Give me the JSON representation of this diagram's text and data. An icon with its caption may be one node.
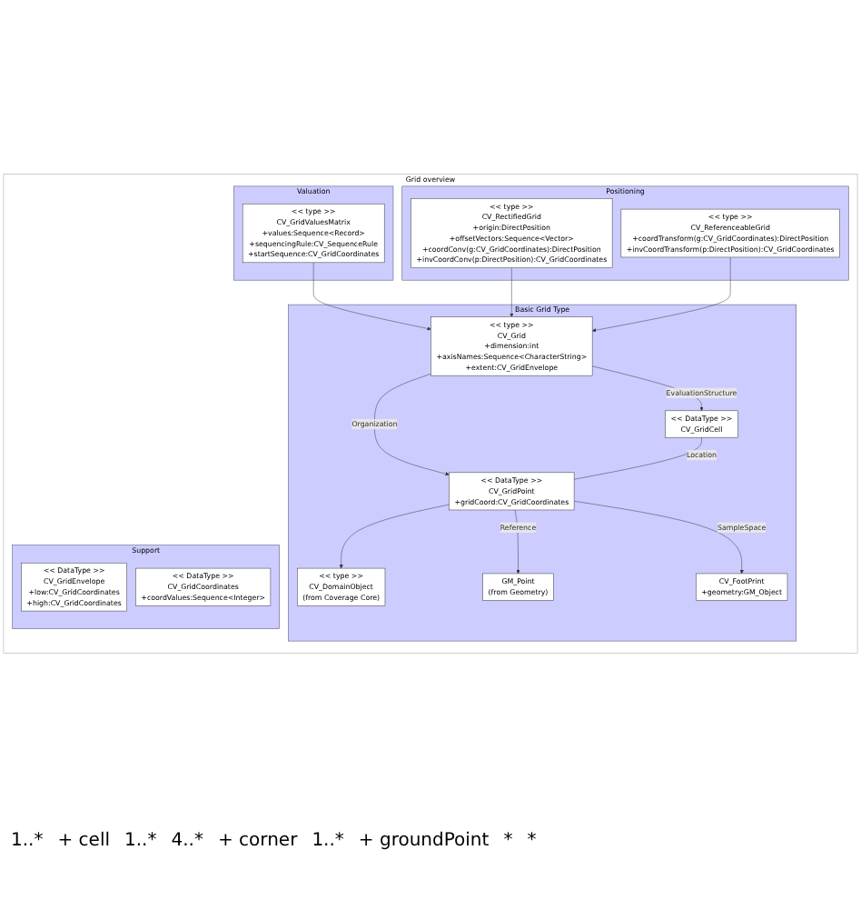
{
  "diagram": {
    "nodes": [
      {
        "text": [
          "Grid overview"
        ]
      },
      {
        "text": [
          "Basic Grid Type"
        ],
        "in": 0
      },
      {
        "text": [
          "<< type >>",
          "CV_Grid",
          "+dimension:int",
          "+axisNames:Sequence<CharacterString>",
          "+extent:CV_GridEnvelope"
        ],
        "in": 1
      },
      {
        "text": [
          "<< type >>",
          "CV_DomainObject",
          "(from Coverage Core)"
        ],
        "in": 1
      },
      {
        "text": [
          "<< DataType >>",
          "CV_GridCell"
        ],
        "in": 1
      },
      {
        "text": [
          "<< DataType >>",
          "CV_GridPoint",
          "+gridCoord:CV_GridCoordinates"
        ],
        "in": 1
      },
      {
        "text": [
          "GM_Point",
          "(from Geometry)"
        ],
        "in": 1
      },
      {
        "text": [
          "CV_FootPrint",
          "+geometry:GM_Object"
        ],
        "in": 1
      },
      {
        "text": [
          "Valuation"
        ],
        "in": 0
      },
      {
        "text": [
          "<< type >>",
          "CV_GridValuesMatrix",
          "+values:Sequence<Record>",
          "+sequencingRule:CV_SequenceRule",
          "+startSequence:CV_GridCoordinates"
        ],
        "in": 8
      },
      {
        "text": [
          "Positioning"
        ],
        "in": 0
      },
      {
        "text": [
          "<< type >>",
          "CV_RectifiedGrid",
          "+origin:DirectPosition",
          "+offsetVectors:Sequence<Vector>",
          "+coordConv(g:CV_GridCoordinates):DirectPosition",
          "+invCoordConv(p:DirectPosition):CV_GridCoordinates"
        ],
        "in": 10
      },
      {
        "text": [
          "<< type >>",
          "CV_ReferenceableGrid",
          "+coordTransform(g:CV_GridCoordinates):DirectPosition",
          "+invCoordTransform(p:DirectPosition):CV_GridCoordinates"
        ],
        "in": 10
      },
      {
        "text": [
          "Support"
        ],
        "in": 0
      },
      {
        "text": [
          "<< DataType >>",
          "CV_GridEnvelope",
          "+low:CV_GridCoordinates",
          "+high:CV_GridCoordinates"
        ],
        "in": 13
      },
      {
        "text": [
          "<< DataType >>",
          "CV_GridCoordinates",
          "+coordValues:Sequence<Integer>"
        ],
        "in": 13
      }
    ],
    "edges": [
      {
        "from": 2,
        "to": 4,
        "arrow": "to",
        "label": "EvaluationStructure"
      },
      {
        "from": 2,
        "to": 5,
        "arrow": "to",
        "label": "Organization"
      },
      {
        "from": 4,
        "to": 5,
        "arrow": "none",
        "label": "Location"
      },
      {
        "from": 5,
        "to": 3,
        "arrow": "to"
      },
      {
        "from": 5,
        "to": 6,
        "arrow": "to",
        "label": "Reference"
      },
      {
        "from": 5,
        "to": 7,
        "arrow": "to",
        "label": "SampleSpace"
      },
      {
        "from": 9,
        "to": 2,
        "arrow": "to"
      },
      {
        "from": 11,
        "to": 2,
        "arrow": "to"
      },
      {
        "from": 12,
        "to": 2,
        "arrow": "to"
      }
    ],
    "labels": [
      "1..*",
      "+ cell",
      "1..*",
      "4..*",
      "+ corner",
      "1..*",
      "+ groundPoint",
      "*",
      "*"
    ]
  }
}
